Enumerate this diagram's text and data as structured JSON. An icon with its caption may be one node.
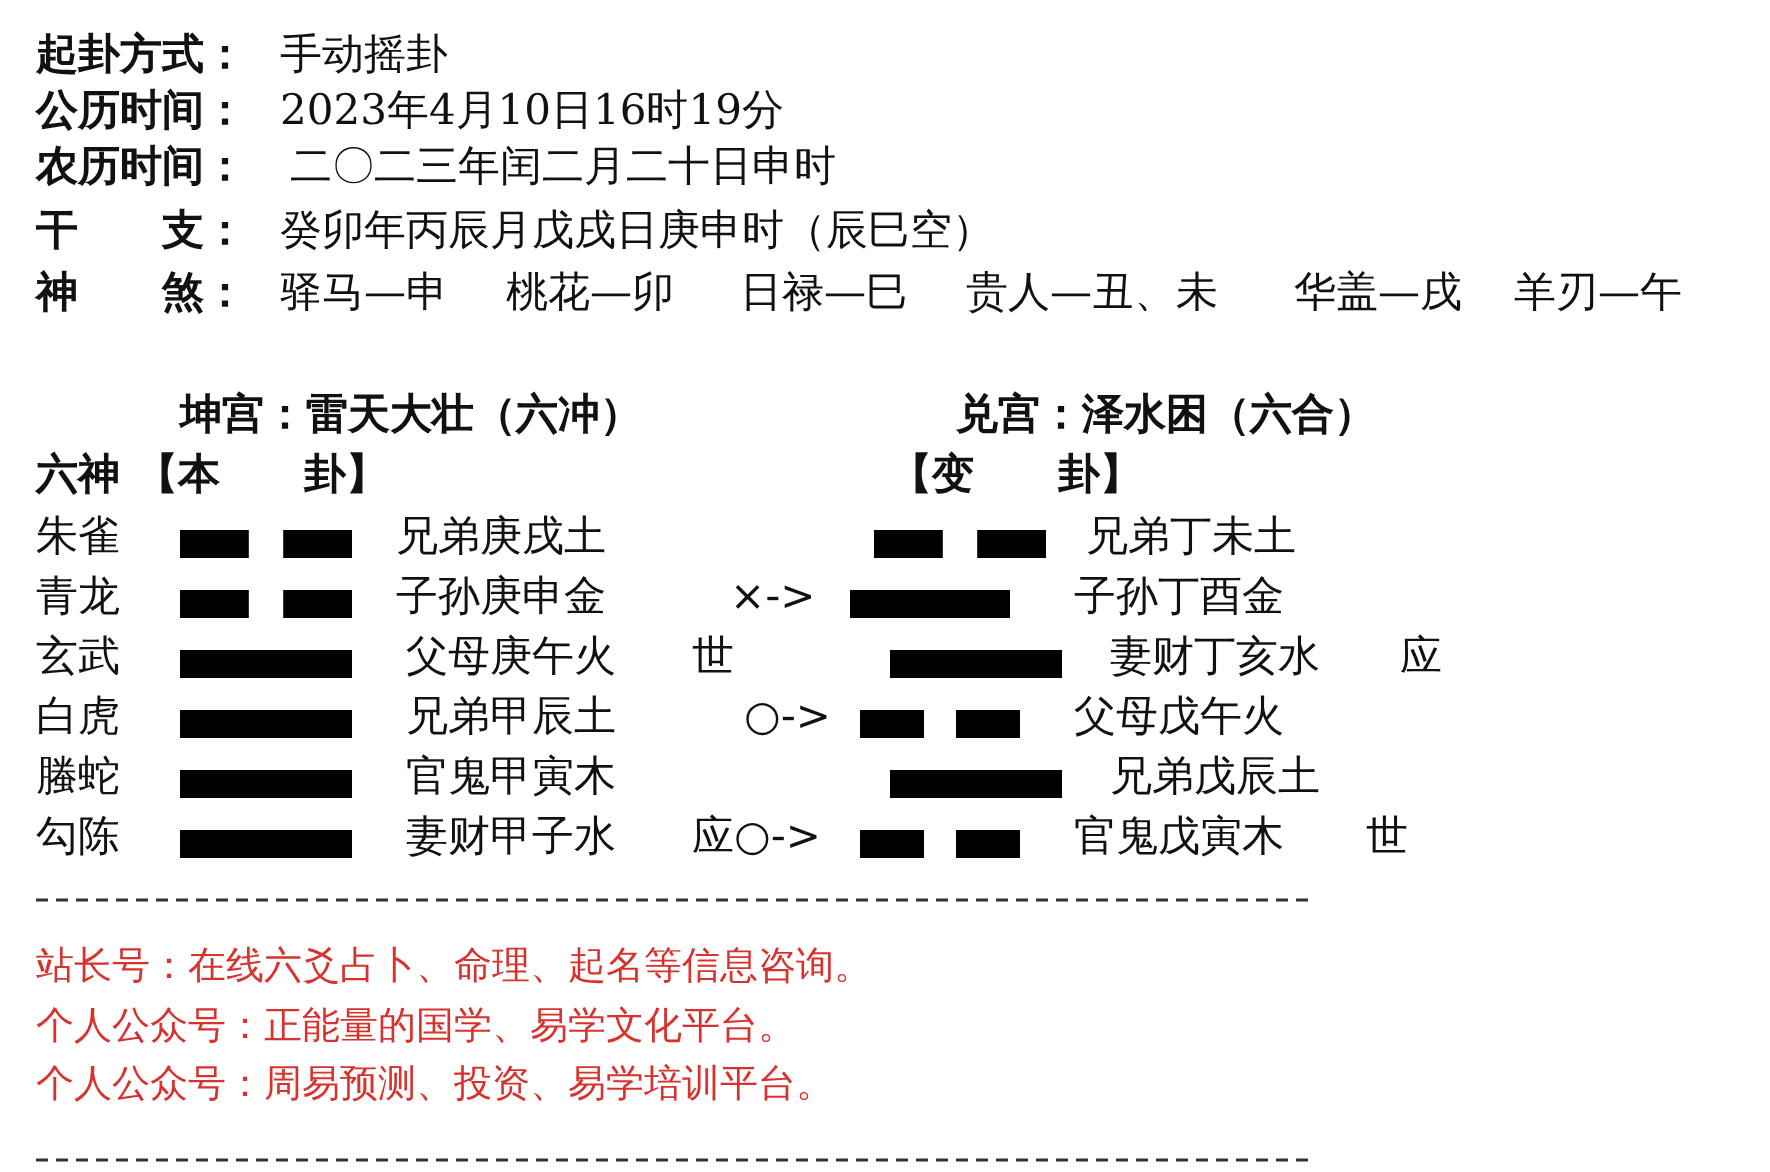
{
  "diagram": {
    "labels": [
      "起卦方式：",
      "手动摇卦",
      "公历时间：",
      "2023年4月10日16时19分",
      "农历时间：",
      "二〇二三年闰二月二十日申时",
      "干　　支：",
      "癸卯年丙辰月戊戌日庚申时（辰巳空）",
      "神　　煞：",
      "驿马—申",
      "桃花—卯",
      "日禄—巳",
      "贵人—丑、未",
      "华盖—戌",
      "羊刃—午",
      "坤宫：雷天大壮（六冲）",
      "兑宫：泽水困（六合）",
      "六神",
      "【本　　卦】",
      "【变　　卦】",
      "朱雀",
      "兄弟庚戌土",
      "兄弟丁未土",
      "青龙",
      "子孙庚申金",
      "×->",
      "子孙丁酉金",
      "玄武",
      "父母庚午火",
      "世",
      "妻财丁亥水",
      "应",
      "白虎",
      "兄弟甲辰土",
      "○->",
      "父母戊午火",
      "螣蛇",
      "官鬼甲寅木",
      "兄弟戊辰土",
      "勾陈",
      "妻财甲子水",
      "应○->",
      "官鬼戊寅木",
      "世",
      "站长号：在线六爻占卜、命理、起名等信息咨询。",
      "个人公众号：正能量的国学、易学文化平台。",
      "个人公众号：周易预测、投资、易学培训平台。"
    ]
  }
}
